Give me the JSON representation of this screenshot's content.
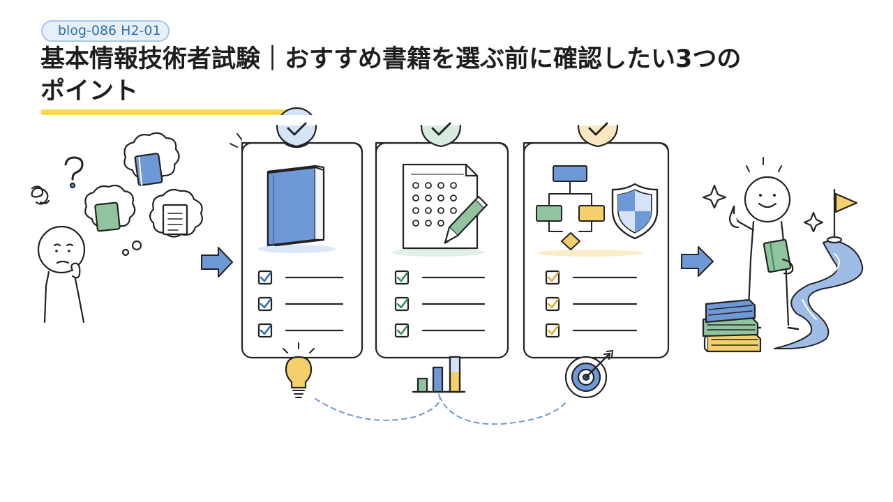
{
  "header": {
    "tag": "blog-086 H2-01",
    "title_line1": "基本情報技術者試験｜おすすめ書籍を選ぶ前に確認したい3つの",
    "title_line2": "ポイント"
  },
  "colors": {
    "accent_blue": "#6f98d6",
    "accent_green": "#8fc49e",
    "accent_yellow": "#f4cf6a",
    "underline": "#f6d94d",
    "tag_border": "#a8c6e6",
    "tag_text": "#2f6fb0",
    "ink": "#222222"
  },
  "illustration": {
    "icons": [
      "question-icon",
      "thought-bubble-icon",
      "arrow-right-icon",
      "book-icon",
      "checklist-icon",
      "answer-sheet-icon",
      "pencil-icon",
      "flowchart-icon",
      "shield-icon",
      "lightbulb-icon",
      "bar-chart-icon",
      "target-icon",
      "flag-icon",
      "sparkle-icon",
      "book-stack-icon"
    ]
  }
}
